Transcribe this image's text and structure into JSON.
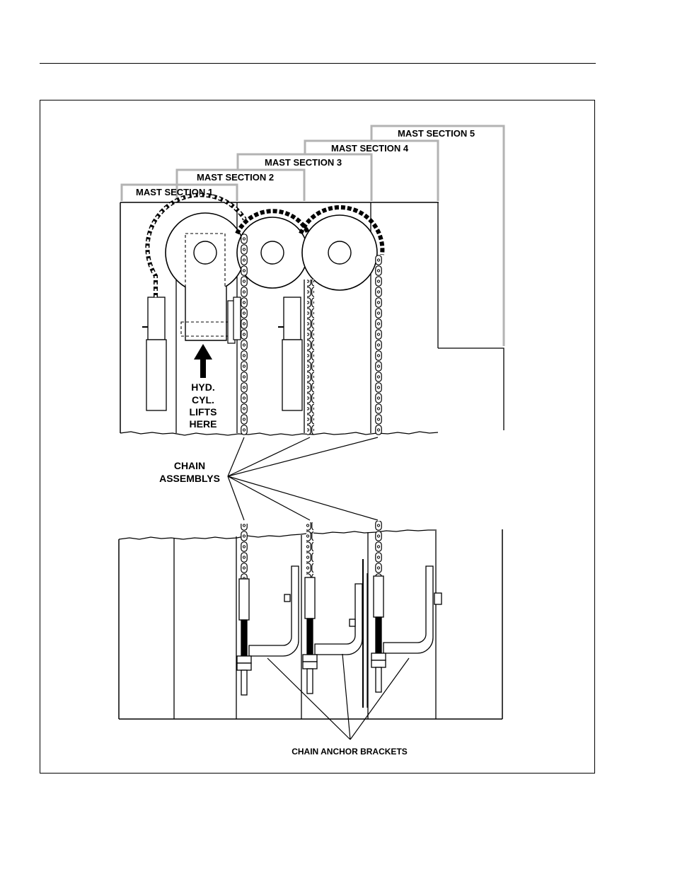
{
  "figure": {
    "mast_sections": [
      "MAST SECTION 1",
      "MAST SECTION 2",
      "MAST SECTION 3",
      "MAST SECTION 4",
      "MAST SECTION 5"
    ],
    "cylinder_label": [
      "HYD.",
      "CYL.",
      "LIFTS",
      "HERE"
    ],
    "chain_label": [
      "CHAIN",
      "ASSEMBLYS"
    ],
    "anchor_label": "CHAIN ANCHOR BRACKETS",
    "colors": {
      "line": "#000000",
      "bracket_gray": "#b3b3b3",
      "paper": "#ffffff"
    }
  }
}
